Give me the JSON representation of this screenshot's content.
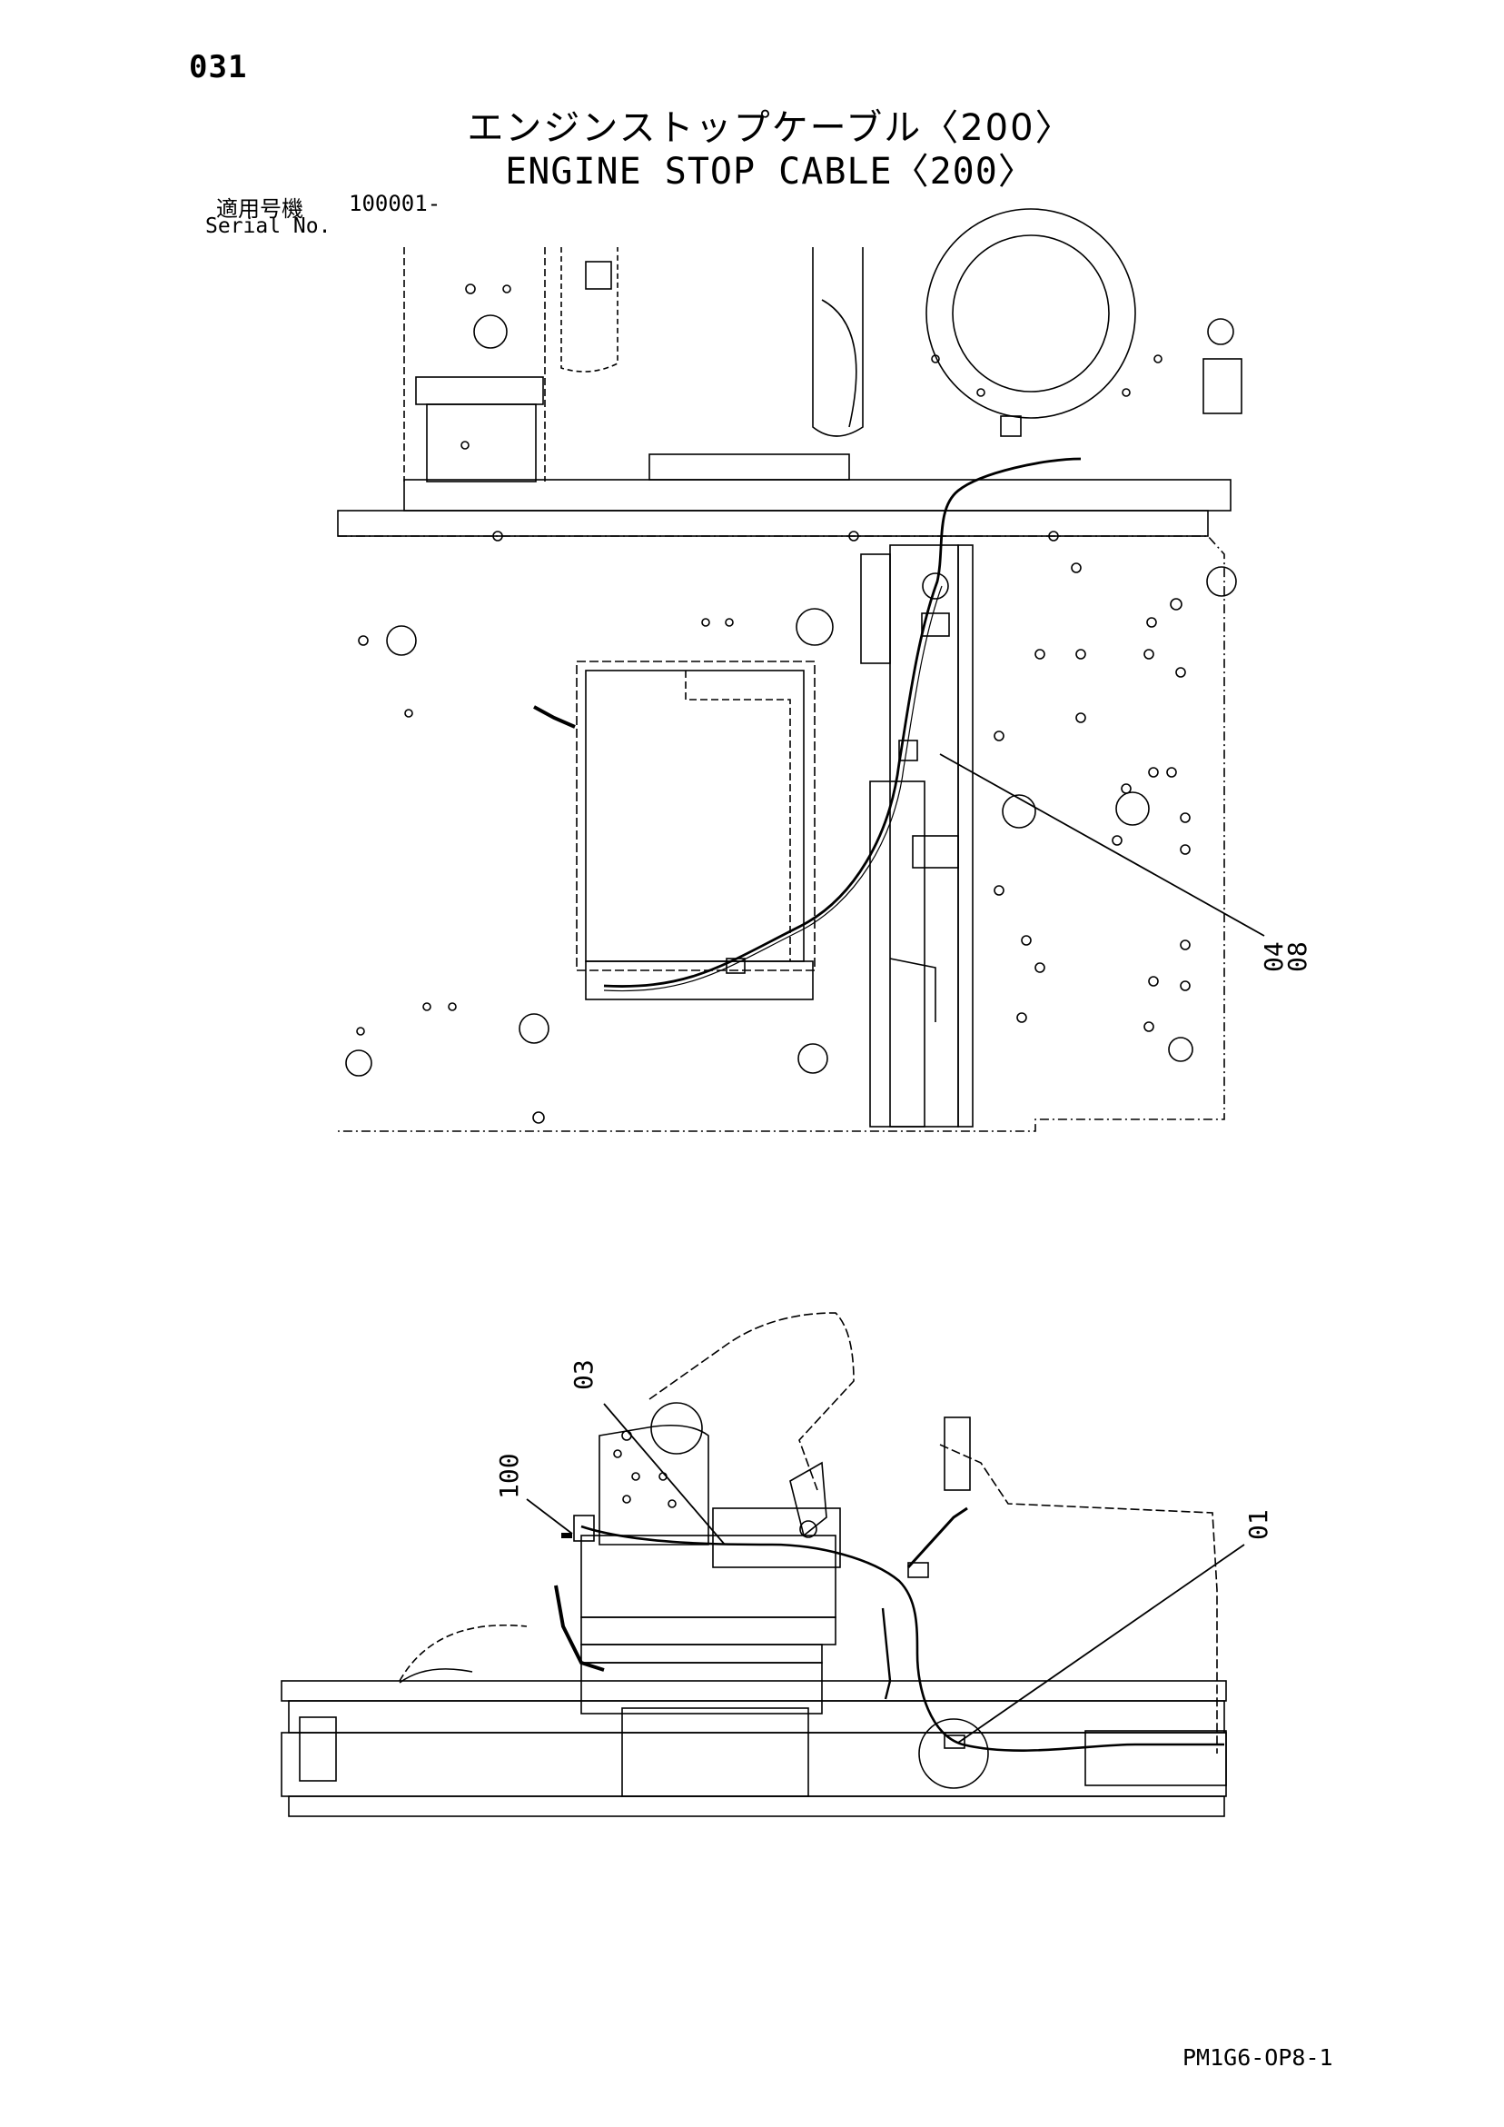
{
  "header": {
    "page_number": "031",
    "title_jp": "エンジンストップケーブル〈200〉",
    "title_en": "ENGINE STOP CABLE〈200〉",
    "serial_label_jp": "適用号機",
    "serial_value": "100001-",
    "serial_label_en": "Serial No."
  },
  "callouts": {
    "top": {
      "part_a": "04",
      "part_b": "08"
    },
    "bottom": {
      "part_100": "100",
      "part_03": "03",
      "part_01": "01"
    }
  },
  "footer": {
    "doc_code": "PM1G6-OP8-1"
  }
}
